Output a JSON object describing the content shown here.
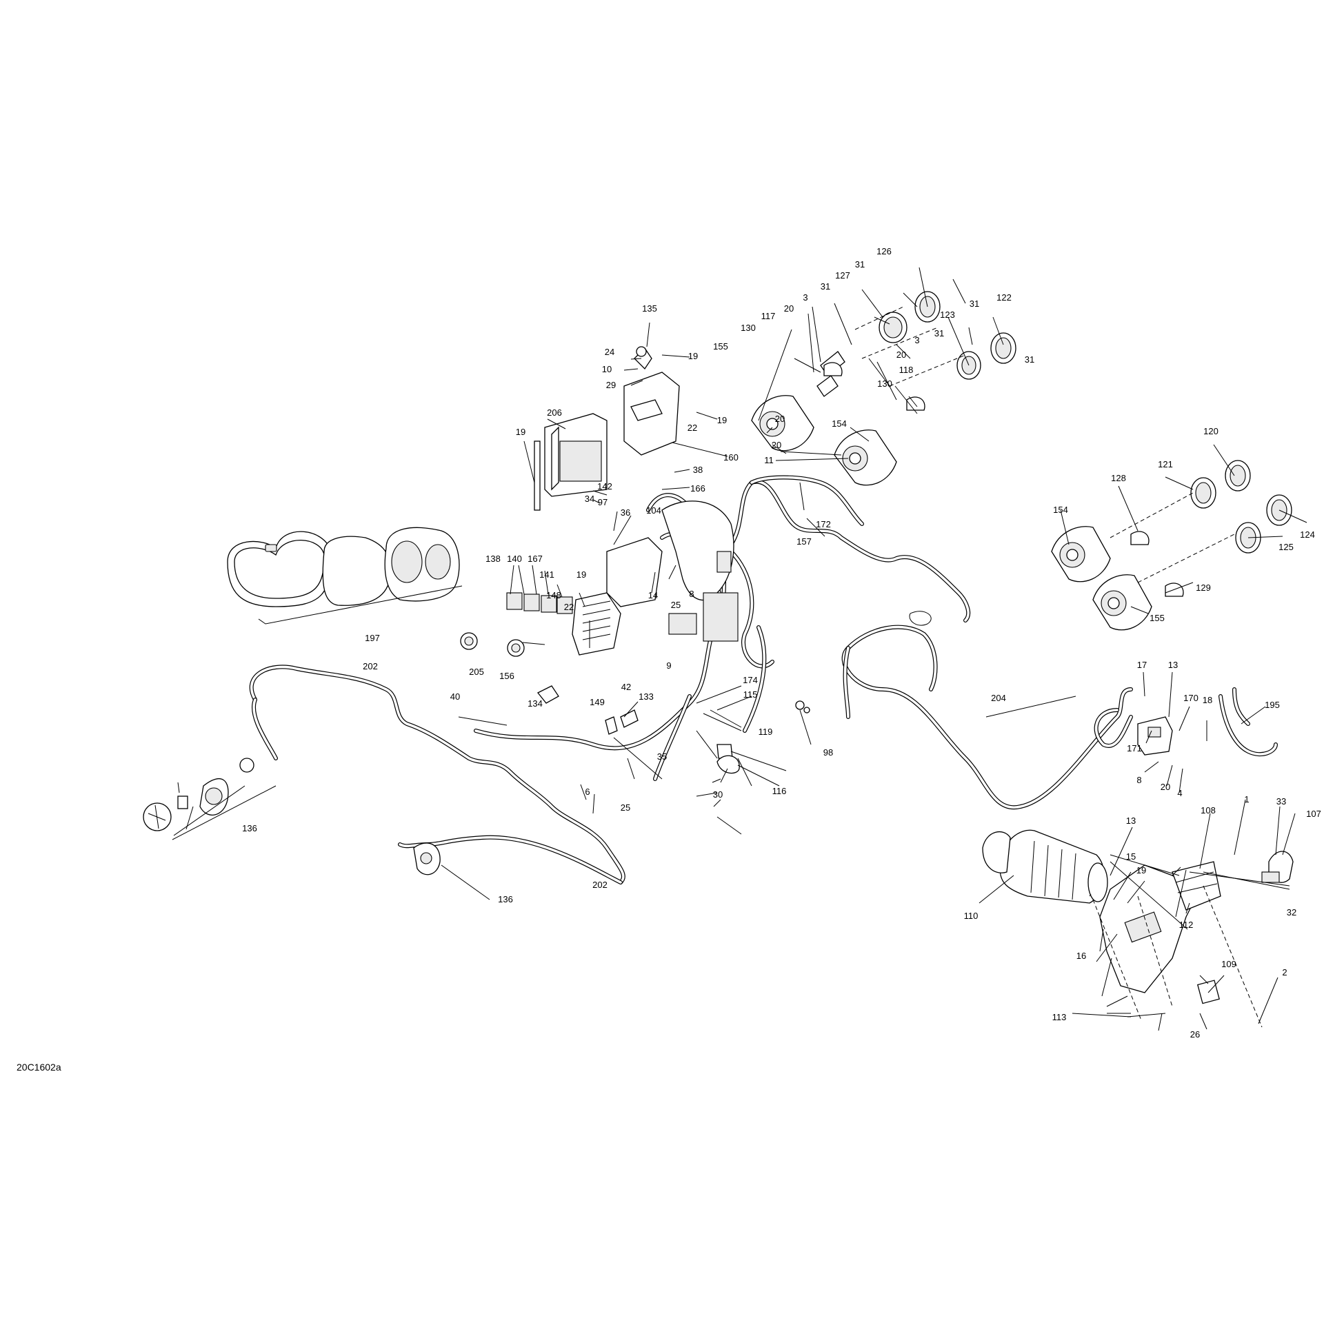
{
  "diagram": {
    "code": "20C1602a",
    "labels": [
      {
        "t": "135"
      },
      {
        "t": "24"
      },
      {
        "t": "19"
      },
      {
        "t": "10"
      },
      {
        "t": "29"
      },
      {
        "t": "19"
      },
      {
        "t": "22"
      },
      {
        "t": "206"
      },
      {
        "t": "19"
      },
      {
        "t": "160"
      },
      {
        "t": "38"
      },
      {
        "t": "142"
      },
      {
        "t": "166"
      },
      {
        "t": "34"
      },
      {
        "t": "97"
      },
      {
        "t": "36"
      },
      {
        "t": "104"
      },
      {
        "t": "138"
      },
      {
        "t": "140"
      },
      {
        "t": "167"
      },
      {
        "t": "141"
      },
      {
        "t": "148"
      },
      {
        "t": "19"
      },
      {
        "t": "14"
      },
      {
        "t": "25"
      },
      {
        "t": "8"
      },
      {
        "t": "22"
      },
      {
        "t": "133"
      },
      {
        "t": "9"
      },
      {
        "t": "205"
      },
      {
        "t": "156"
      },
      {
        "t": "134"
      },
      {
        "t": "197"
      },
      {
        "t": "202"
      },
      {
        "t": "40"
      },
      {
        "t": "149"
      },
      {
        "t": "42"
      },
      {
        "t": "174"
      },
      {
        "t": "115"
      },
      {
        "t": "119"
      },
      {
        "t": "35"
      },
      {
        "t": "98"
      },
      {
        "t": "6"
      },
      {
        "t": "25"
      },
      {
        "t": "30"
      },
      {
        "t": "116"
      },
      {
        "t": "136"
      },
      {
        "t": "202"
      },
      {
        "t": "136"
      },
      {
        "t": "126"
      },
      {
        "t": "31"
      },
      {
        "t": "127"
      },
      {
        "t": "31"
      },
      {
        "t": "3"
      },
      {
        "t": "20"
      },
      {
        "t": "117"
      },
      {
        "t": "130"
      },
      {
        "t": "155"
      },
      {
        "t": "31"
      },
      {
        "t": "123"
      },
      {
        "t": "31"
      },
      {
        "t": "122"
      },
      {
        "t": "31"
      },
      {
        "t": "3"
      },
      {
        "t": "20"
      },
      {
        "t": "118"
      },
      {
        "t": "130"
      },
      {
        "t": "154"
      },
      {
        "t": "20"
      },
      {
        "t": "20"
      },
      {
        "t": "11"
      },
      {
        "t": "157"
      },
      {
        "t": "172"
      },
      {
        "t": "120"
      },
      {
        "t": "121"
      },
      {
        "t": "128"
      },
      {
        "t": "154"
      },
      {
        "t": "124"
      },
      {
        "t": "125"
      },
      {
        "t": "129"
      },
      {
        "t": "155"
      },
      {
        "t": "204"
      },
      {
        "t": "17"
      },
      {
        "t": "13"
      },
      {
        "t": "170"
      },
      {
        "t": "18"
      },
      {
        "t": "171"
      },
      {
        "t": "8"
      },
      {
        "t": "20"
      },
      {
        "t": "4"
      },
      {
        "t": "195"
      },
      {
        "t": "1"
      },
      {
        "t": "33"
      },
      {
        "t": "107"
      },
      {
        "t": "13"
      },
      {
        "t": "108"
      },
      {
        "t": "15"
      },
      {
        "t": "19"
      },
      {
        "t": "110"
      },
      {
        "t": "112"
      },
      {
        "t": "32"
      },
      {
        "t": "16"
      },
      {
        "t": "109"
      },
      {
        "t": "2"
      },
      {
        "t": "113"
      },
      {
        "t": "26"
      }
    ]
  }
}
